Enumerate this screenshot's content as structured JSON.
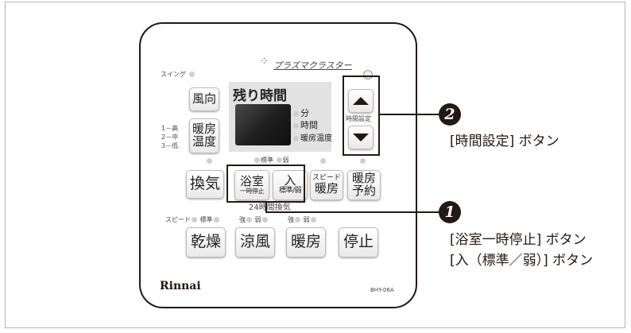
{
  "remote": {
    "brand": "Rinnai",
    "model": "BHY-06A",
    "plasma_label": "プラズマクラスター",
    "swing_label": "スイング",
    "level_labels": [
      "1－高",
      "2－中",
      "3－低"
    ],
    "display_title": "残り時間",
    "indicators": [
      "分",
      "時間",
      "暖房温度"
    ],
    "time_set_label": "時間設定",
    "mode_labels": {
      "standard": "標準",
      "weak": "弱"
    },
    "row2_labels": [
      "スピード",
      "標準",
      "強",
      "弱",
      "強",
      "弱"
    ],
    "timer_24h": "24時間換気",
    "buttons": {
      "fudo": "風向",
      "danbo_ondo_1": "暖房",
      "danbo_ondo_2": "温度",
      "kanki": "換気",
      "yokushitsu": "浴室",
      "yokushitsu_sub": "一時停止",
      "iri": "入",
      "iri_sub": "標準/弱",
      "speed_danbo_top": "スピード",
      "speed_danbo": "暖房",
      "danbo_yoyaku_1": "暖房",
      "danbo_yoyaku_2": "予約",
      "kanso": "乾燥",
      "ryofu": "涼風",
      "danbo": "暖房",
      "teishi": "停止"
    }
  },
  "callouts": {
    "num2": "2",
    "label2": "[時間設定] ボタン",
    "num1": "1",
    "label1_line1": "[浴室一時停止] ボタン",
    "label1_line2": "[入（標準／弱）] ボタン"
  }
}
